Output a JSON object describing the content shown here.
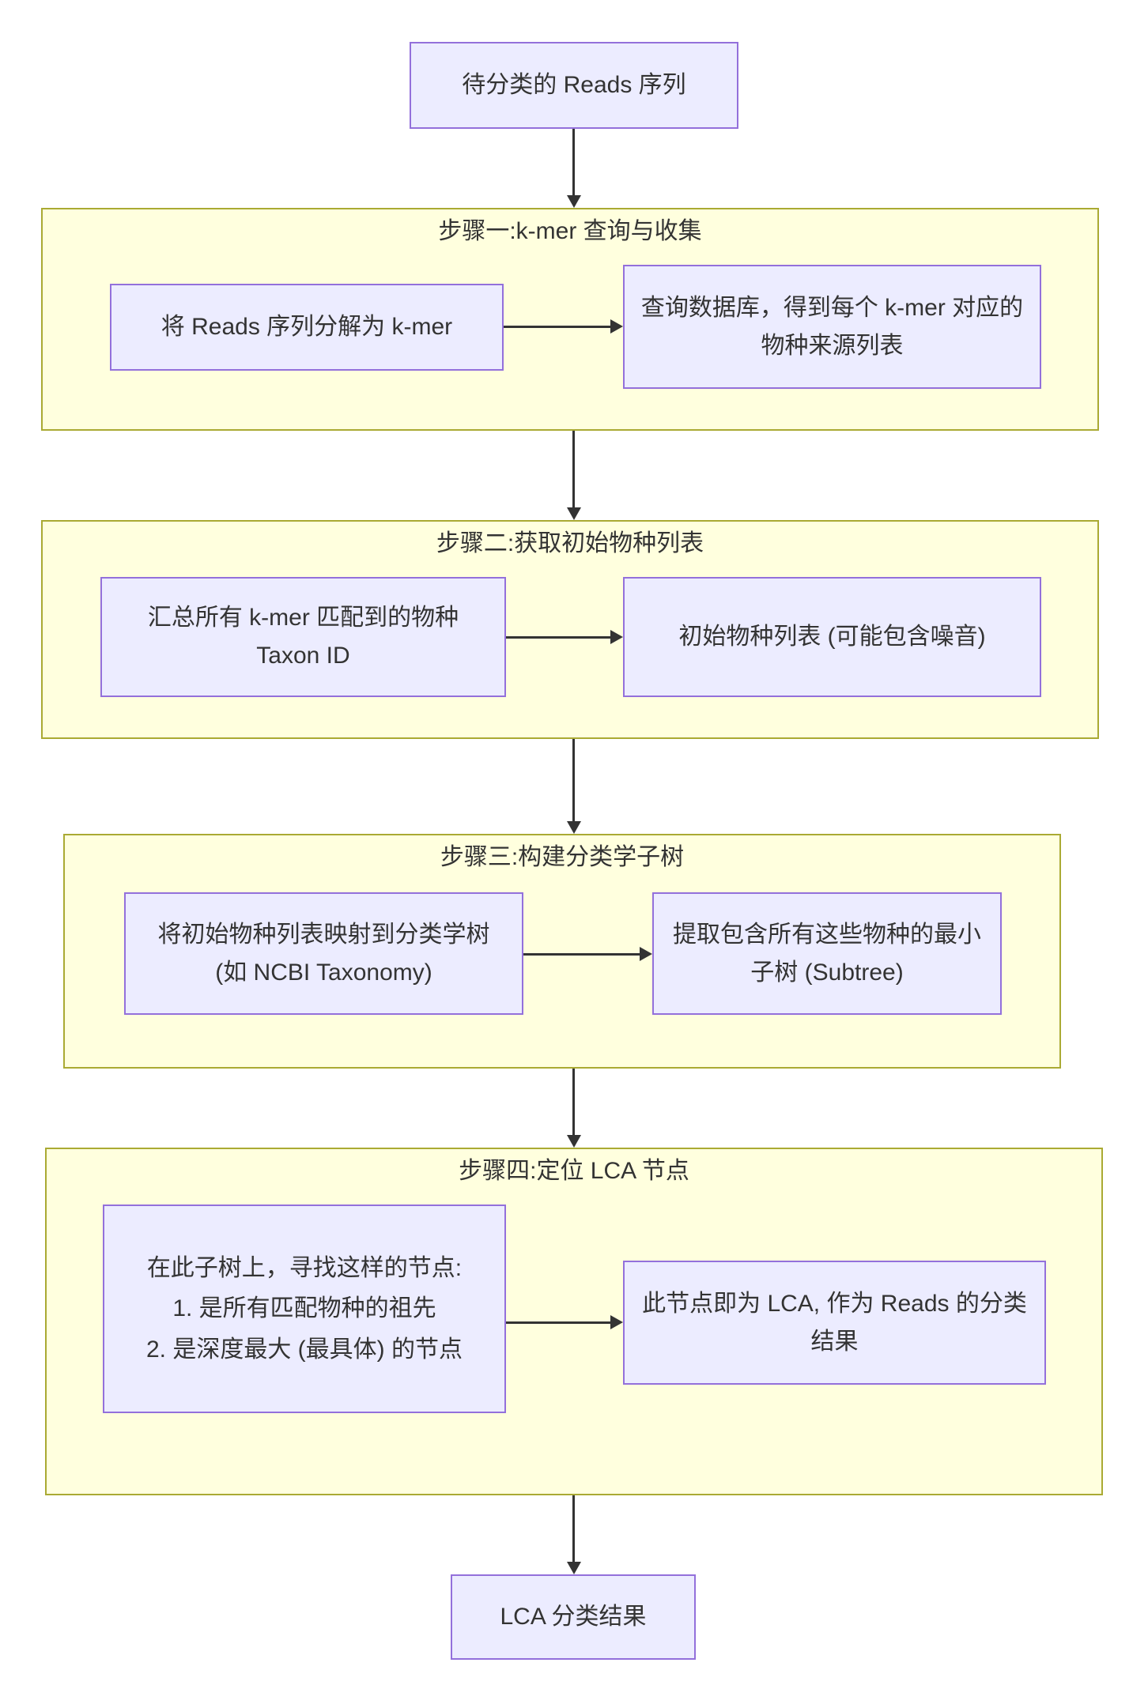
{
  "colors": {
    "node_fill": "#ECECFF",
    "node_border": "#9370DB",
    "cluster_fill": "#FFFFDE",
    "cluster_border": "#AAAA33",
    "arrow": "#333333",
    "text": "#333333"
  },
  "flowchart": {
    "start": "待分类的 Reads 序列",
    "end": "LCA 分类结果",
    "steps": [
      {
        "title": "步骤一:k-mer 查询与收集",
        "left": "将 Reads 序列分解为 k-mer",
        "right": "查询数据库，得到每个 k-mer 对应的物种来源列表"
      },
      {
        "title": "步骤二:获取初始物种列表",
        "left": "汇总所有 k-mer 匹配到的物种 Taxon ID",
        "right": "初始物种列表 (可能包含噪音)"
      },
      {
        "title": "步骤三:构建分类学子树",
        "left": "将初始物种列表映射到分类学树 (如 NCBI Taxonomy)",
        "right": "提取包含所有这些物种的最小子树 (Subtree)"
      },
      {
        "title": "步骤四:定位 LCA 节点",
        "left_lines": [
          "在此子树上，寻找这样的节点:",
          "1. 是所有匹配物种的祖先",
          "2. 是深度最大 (最具体) 的节点"
        ],
        "right": "此节点即为 LCA, 作为 Reads 的分类结果"
      }
    ]
  }
}
